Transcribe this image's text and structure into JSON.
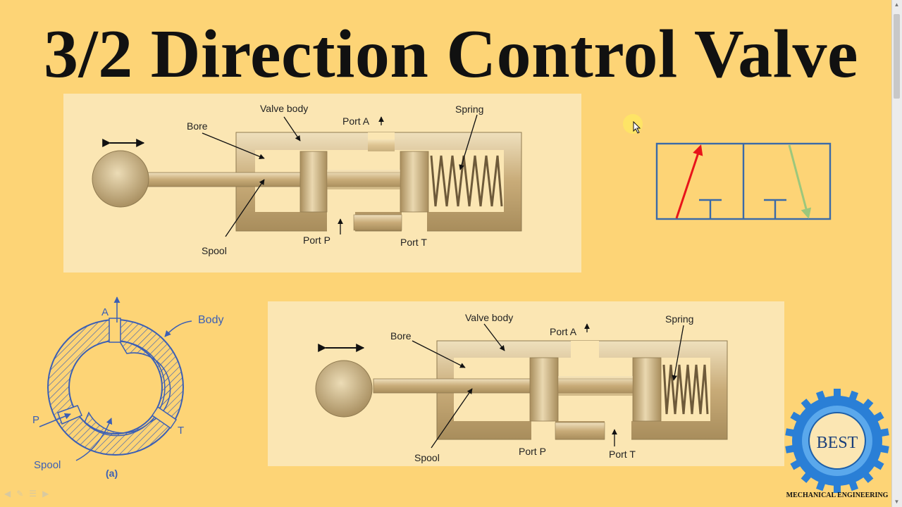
{
  "title": "3/2 Direction Control Valve",
  "diagram_top": {
    "labels": {
      "valve_body": "Valve body",
      "bore": "Bore",
      "port_a": "Port A",
      "spring": "Spring",
      "spool": "Spool",
      "port_p": "Port P",
      "port_t": "Port T"
    }
  },
  "diagram_bottom": {
    "labels": {
      "valve_body": "Valve body",
      "bore": "Bore",
      "port_a": "Port A",
      "spring": "Spring",
      "spool": "Spool",
      "port_p": "Port P",
      "port_t": "Port T"
    }
  },
  "cross_section": {
    "labels": {
      "a": "A",
      "body": "Body",
      "p": "P",
      "t": "T",
      "spool": "Spool",
      "caption": "(a)"
    }
  },
  "logo": {
    "name": "BEST",
    "subtitle": "MECHANICAL ENGINEERING"
  },
  "colors": {
    "background": "#fdd476",
    "panel": "#fbe6b3",
    "metal": "#d0b585",
    "symbol_box": "#3a6aa8",
    "red_arrow": "#e8141a",
    "green_arrow": "#9cc77c",
    "hatch": "#3b5fb5",
    "logo_blue": "#2a7fd6"
  }
}
